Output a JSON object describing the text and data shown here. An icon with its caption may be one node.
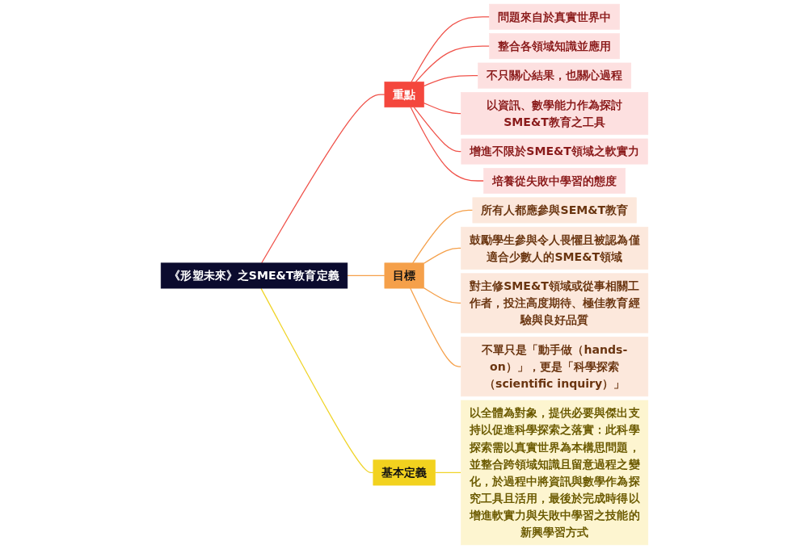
{
  "diagram": {
    "nodes": [
      {
        "text": [
          "《形塑未來》之SME&T教育定義"
        ]
      },
      {
        "text": [
          "重點"
        ]
      },
      {
        "text": [
          "問題來自於真實世界中"
        ]
      },
      {
        "text": [
          "整合各領域知識並應用"
        ]
      },
      {
        "text": [
          "不只關心結果，也關心過程"
        ]
      },
      {
        "text": [
          "以資訊、數學能力作為探討SME&T教育之工具"
        ]
      },
      {
        "text": [
          "增進不限於SME&T領域之軟實力"
        ]
      },
      {
        "text": [
          "培養從失敗中學習的態度"
        ]
      },
      {
        "text": [
          "目標"
        ]
      },
      {
        "text": [
          "所有人都應參與SEM&T教育"
        ]
      },
      {
        "text": [
          "鼓勵學生參與令人畏懼且被認為僅適合少數人的SME&T領域"
        ]
      },
      {
        "text": [
          "對主修SME&T領域或從事相關工作者，投注高度期待、極佳教育經驗與良好品質"
        ]
      },
      {
        "text": [
          "不單只是「動手做（hands-on）」，更是「科學探索（scientific inquiry）」"
        ]
      },
      {
        "text": [
          "基本定義"
        ]
      },
      {
        "text": [
          "以全體為對象，提供必要與傑出支持以促進科學探索之落實：此科學探索需以真實世界為本構思問題，並整合跨領域知識且留意過程之變化，於過程中將資訊與數學作為探究工具且活用，最後於完成時得以增進軟實力與失敗中學習之技能的新興學習方式"
        ]
      }
    ],
    "edges": [
      {
        "from": 0,
        "to": 1,
        "arrow": "none",
        "color": "#f0524a"
      },
      {
        "from": 1,
        "to": 2,
        "arrow": "none",
        "color": "#f0524a"
      },
      {
        "from": 1,
        "to": 3,
        "arrow": "none",
        "color": "#f0524a"
      },
      {
        "from": 1,
        "to": 4,
        "arrow": "none",
        "color": "#f0524a"
      },
      {
        "from": 1,
        "to": 5,
        "arrow": "none",
        "color": "#f0524a"
      },
      {
        "from": 1,
        "to": 6,
        "arrow": "none",
        "color": "#f0524a"
      },
      {
        "from": 1,
        "to": 7,
        "arrow": "none",
        "color": "#f0524a"
      },
      {
        "from": 0,
        "to": 8,
        "arrow": "none",
        "color": "#f5a04a"
      },
      {
        "from": 8,
        "to": 9,
        "arrow": "none",
        "color": "#f5a04a"
      },
      {
        "from": 8,
        "to": 10,
        "arrow": "none",
        "color": "#f5a04a"
      },
      {
        "from": 8,
        "to": 11,
        "arrow": "none",
        "color": "#f5a04a"
      },
      {
        "from": 8,
        "to": 12,
        "arrow": "none",
        "color": "#f5a04a"
      },
      {
        "from": 0,
        "to": 13,
        "arrow": "none",
        "color": "#f0d428"
      },
      {
        "from": 13,
        "to": 14,
        "arrow": "none",
        "color": "#f0d428"
      }
    ]
  }
}
